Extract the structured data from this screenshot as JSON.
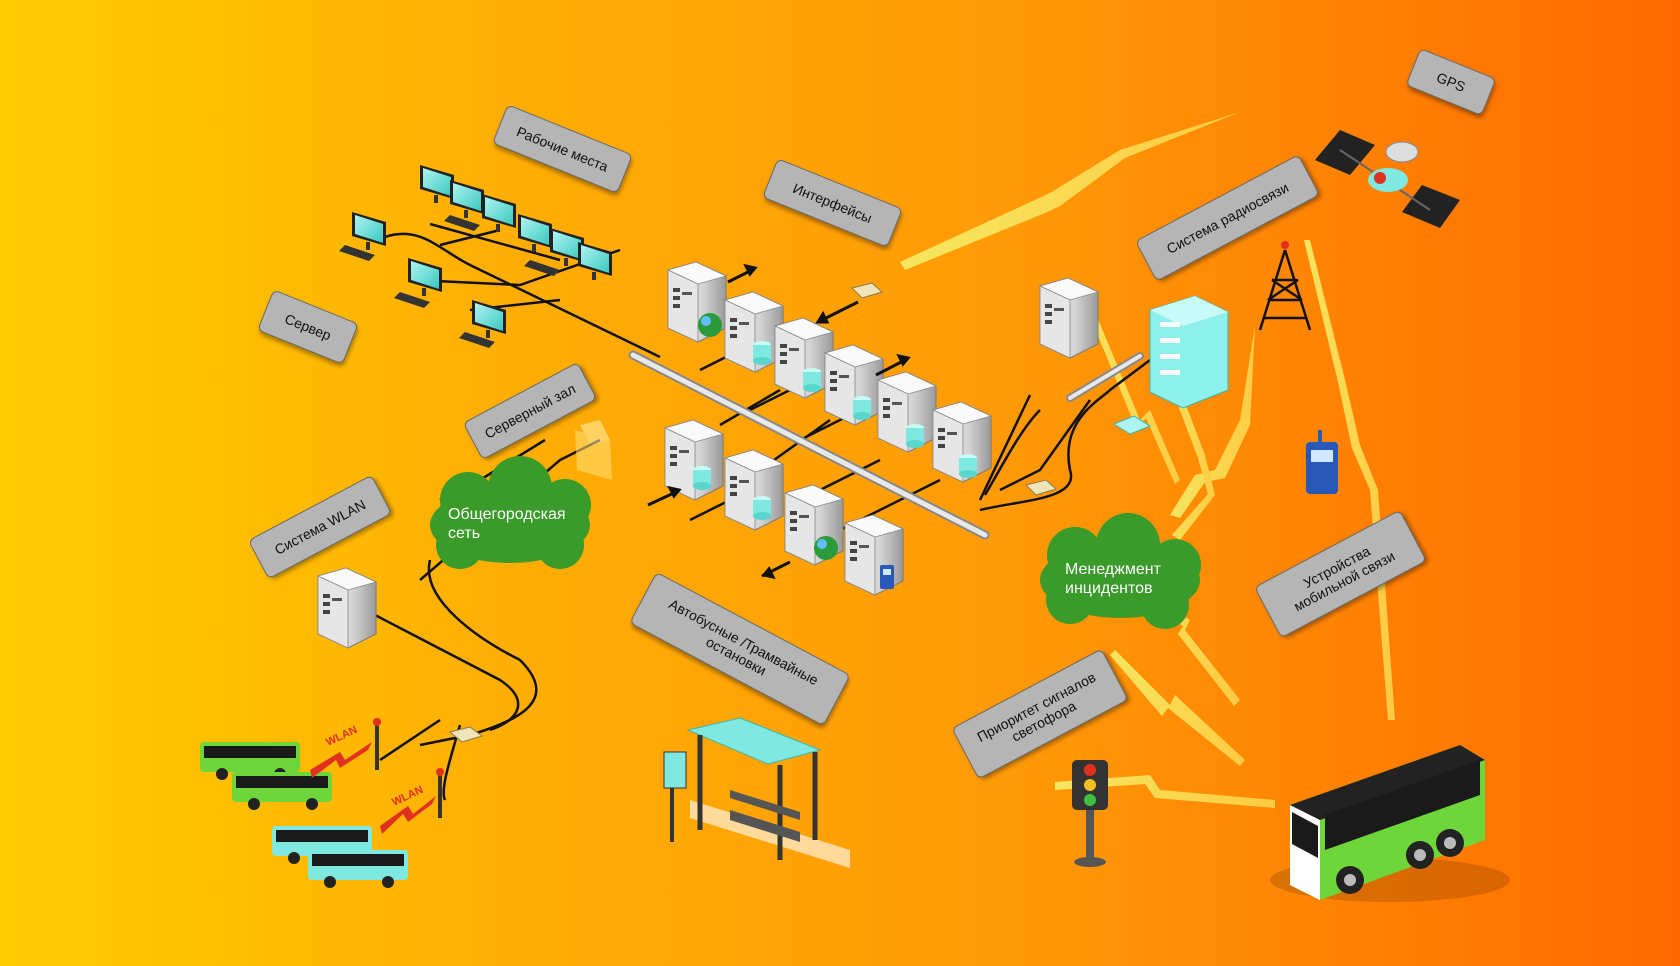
{
  "labels": {
    "workplaces": "Рабочие места",
    "interfaces": "Интерфейсы",
    "gps": "GPS",
    "radio_system": "Система радиосвязи",
    "server": "Сервер",
    "server_room": "Серверный зал",
    "wlan_system": "Система WLAN",
    "bus_tram_stops": "Автобусные /Трамвайные остановки",
    "mobile_devices": "Устройства мобильной связи",
    "signal_priority": "Приоритет сигналов светофора"
  },
  "clouds": {
    "city_network": "Общегородская сеть",
    "incident_management": "Менеджмент инцидентов"
  },
  "small_text": {
    "wlan_1": "WLAN",
    "wlan_2": "WLAN"
  },
  "colors": {
    "background_left": "#ffcc00",
    "background_right": "#ff6a00",
    "cloud": "#3a9a2a",
    "label_bg": "#b5b5b5",
    "bus_green": "#6ed63a",
    "accent_cyan": "#7fe8e0"
  },
  "icons": [
    "monitor-icon",
    "server-icon",
    "satellite-icon",
    "radio-tower-icon",
    "bus-icon",
    "traffic-light-icon",
    "bus-stop-icon",
    "phone-icon",
    "globe-icon",
    "firewall-icon",
    "router-icon"
  ]
}
